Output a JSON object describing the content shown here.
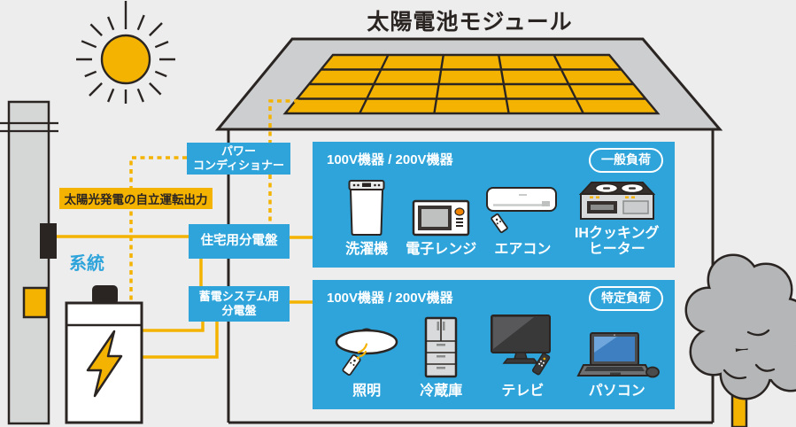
{
  "title": "太陽電池モジュール",
  "scene": {
    "grid_label": "系統",
    "standalone_output_label": "太陽光発電の自立運転出力",
    "power_conditioner_label": "パワー\nコンディショナー",
    "residential_board_label": "住宅用分電盤",
    "storage_board_label": "蓄電システム用\n分電盤"
  },
  "panels": [
    {
      "header": "100V機器 / 200V機器",
      "badge": "一般負荷",
      "appliances": [
        {
          "name": "洗濯機",
          "icon": "washing-machine-icon"
        },
        {
          "name": "電子レンジ",
          "icon": "microwave-icon"
        },
        {
          "name": "エアコン",
          "icon": "air-conditioner-icon"
        },
        {
          "name": "IHクッキング\nヒーター",
          "icon": "ih-cooking-heater-icon"
        }
      ]
    },
    {
      "header": "100V機器 / 200V機器",
      "badge": "特定負荷",
      "appliances": [
        {
          "name": "照明",
          "icon": "ceiling-light-icon"
        },
        {
          "name": "冷蔵庫",
          "icon": "refrigerator-icon"
        },
        {
          "name": "テレビ",
          "icon": "tv-icon"
        },
        {
          "name": "パソコン",
          "icon": "laptop-icon"
        }
      ]
    }
  ],
  "colors": {
    "accent_yellow": "#F5B301",
    "accent_blue": "#2EA4DB",
    "outline_dark": "#2A2522",
    "background": "#EDEDEE",
    "roof_gray": "#CDCED0",
    "tree_gray": "#B5B6B7",
    "pole_gray": "#D5D6D6"
  }
}
